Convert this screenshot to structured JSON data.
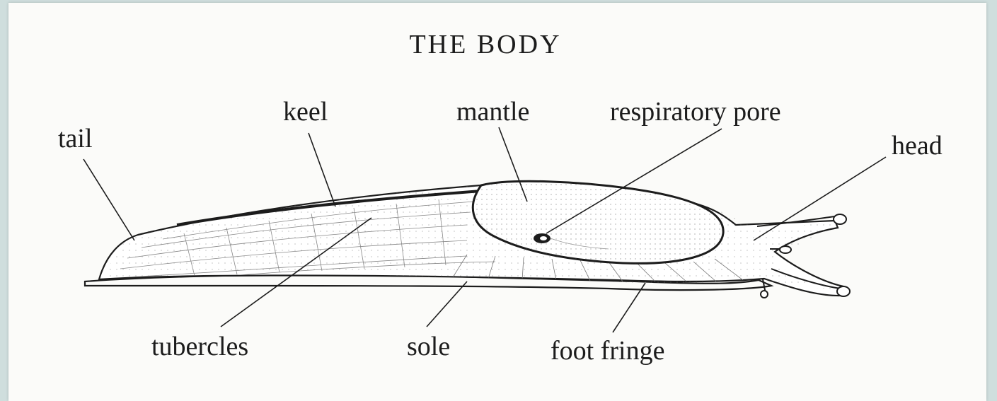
{
  "title": "THE BODY",
  "labels": {
    "tail": "tail",
    "keel": "keel",
    "mantle": "mantle",
    "respiratory_pore": "respiratory pore",
    "head": "head",
    "tubercles": "tubercles",
    "sole": "sole",
    "foot_fringe": "foot fringe"
  },
  "colors": {
    "background": "#cfdedd",
    "paper": "#fbfbf9",
    "ink": "#1c1c1c"
  }
}
